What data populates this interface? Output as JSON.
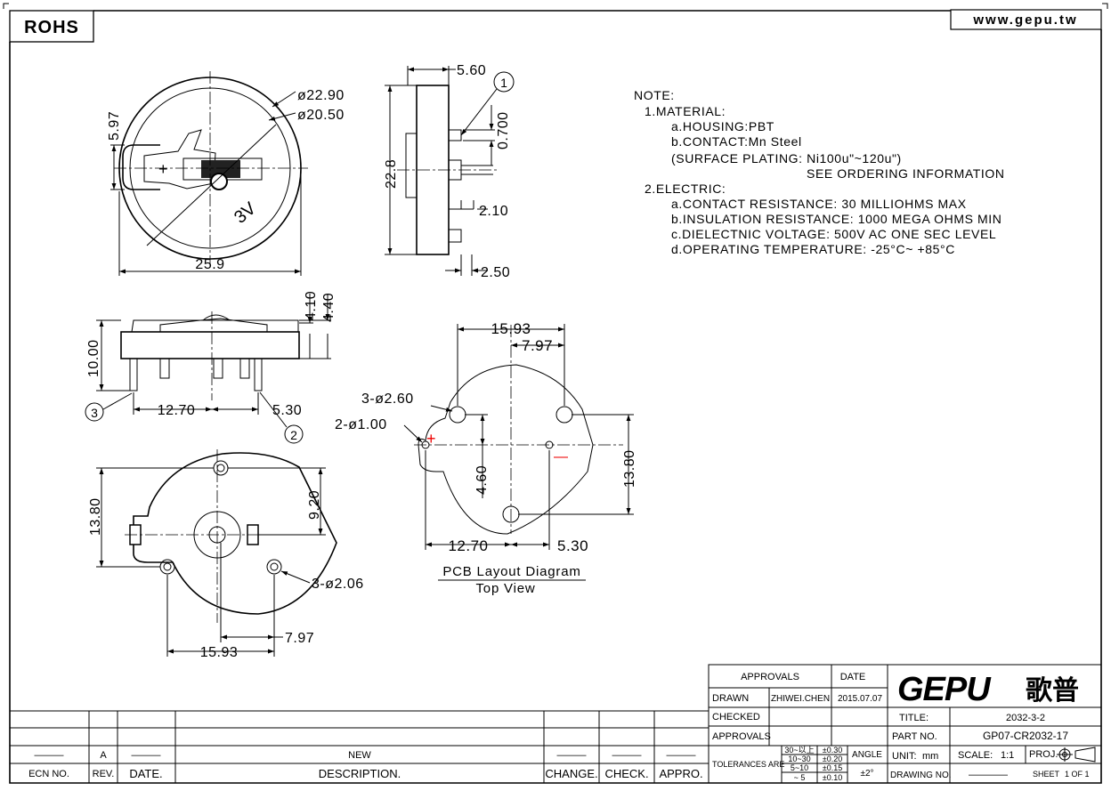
{
  "header": {
    "rohs": "ROHS",
    "website": "www.gepu.tw"
  },
  "notes": {
    "heading": "NOTE:",
    "material_title": "1.MATERIAL:",
    "housing": "a.HOUSING:PBT",
    "contact": "b.CONTACT:Mn Steel",
    "plating": "(SURFACE PLATING: Ni100u\"~120u\")",
    "ordering": "SEE ORDERING INFORMATION",
    "electric_title": "2.ELECTRIC:",
    "contact_resistance": "a.CONTACT RESISTANCE: 30 MILLIOHMS MAX",
    "insulation": "b.INSULATION RESISTANCE: 1000 MEGA OHMS MIN",
    "dielectric": "c.DIELECTNIC VOLTAGE: 500V AC ONE SEC LEVEL",
    "temperature": "d.OPERATING TEMPERATURE: -25°C~ +85°C"
  },
  "top_view": {
    "d_outer": "ø22.90",
    "d_inner": "ø20.50",
    "h": "5.97",
    "w": "25.9",
    "plus": "+",
    "voltage": "3V"
  },
  "side_view": {
    "t": "5.60",
    "callout": "1",
    "pin": "0.700",
    "h": "22.8",
    "a": "2.10",
    "b": "2.50"
  },
  "front_view": {
    "h1": "4.10",
    "h2": "4.40",
    "h3": "10.00",
    "pitch": "12.70",
    "off": "5.30",
    "callout3": "3",
    "callout2": "2"
  },
  "bottom_view": {
    "h": "13.80",
    "v": "9.20",
    "holes": "3-ø2.06",
    "a": "7.97",
    "b": "15.93"
  },
  "pcb": {
    "w1": "15.93",
    "w2": "7.97",
    "holes_big": "3-ø2.60",
    "holes_small": "2-ø1.00",
    "v1": "4.60",
    "v2": "13.80",
    "x1": "12.70",
    "x2": "5.30",
    "plus": "+",
    "minus": "—",
    "title": "PCB Layout Diagram",
    "subtitle": "Top View"
  },
  "revision": {
    "ecn_label": "ECN NO.",
    "rev_label": "REV.",
    "date_label": "DATE.",
    "desc_label": "DESCRIPTION.",
    "change_label": "CHANGE.",
    "check_label": "CHECK.",
    "appro_label": "APPRO.",
    "rev": "A",
    "date": "———",
    "desc": "NEW",
    "change": "———",
    "check": "———",
    "appro": "———",
    "ecn": "———"
  },
  "title_block": {
    "approvals_header": "APPROVALS",
    "date_header": "DATE",
    "drawn_label": "DRAWN",
    "drawn_by": "ZHIWEI.CHEN",
    "drawn_date": "2015.07.07",
    "checked_label": "CHECKED",
    "approvals_label": "APPROVALS",
    "tolerances_label": "TOLERANCES ARE",
    "tolerances": [
      {
        "range": "30~以上",
        "tol": "±0.30"
      },
      {
        "range": "10~30",
        "tol": "±0.20"
      },
      {
        "range": "5~10",
        "tol": "±0.15"
      },
      {
        "range": "~ 5",
        "tol": "±0.10"
      }
    ],
    "angle_label": "ANGLE",
    "angle_tol": "±2°",
    "brand": "GEPU",
    "brand_cn": "歌普",
    "title_label": "TITLE:",
    "title": "2032-3-2",
    "part_label": "PART NO.",
    "part": "GP07-CR2032-17",
    "unit_label": "UNIT:",
    "unit": "mm",
    "scale_label": "SCALE:",
    "scale": "1:1",
    "proj_label": "PROJ.",
    "drawing_label": "DRAWING NO.",
    "drawing_no": "————",
    "sheet_label": "SHEET",
    "sheet": "1 OF 1"
  }
}
